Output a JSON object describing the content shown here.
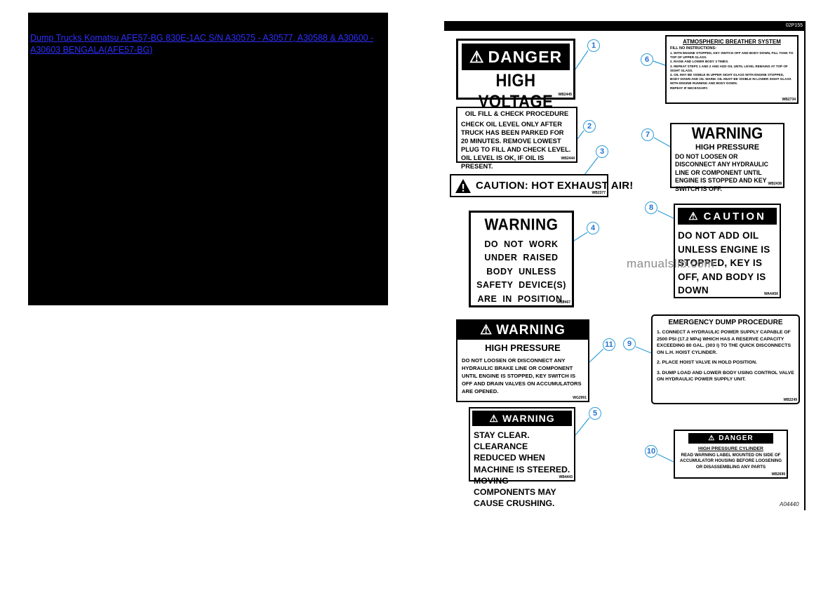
{
  "header_link": {
    "text": "Dump Trucks Komatsu AFE57-BG 830E-1AC S/N A30575 - A30577, A30588 & A30600 - A30603 BENGALA(AFE57-BG)"
  },
  "watermark": "manualslib.com",
  "panel": {
    "strip_code": "02P155",
    "figure_code": "A04440"
  },
  "icons": {
    "warning_triangle": "⚠"
  },
  "callouts": [
    "1",
    "2",
    "3",
    "4",
    "5",
    "6",
    "7",
    "8",
    "9",
    "10",
    "11"
  ],
  "labels": {
    "hv": {
      "header": "DANGER",
      "body": "HIGH VOLTAGE",
      "code": "WB2445"
    },
    "oil": {
      "title": "OIL FILL & CHECK PROCEDURE",
      "body": "CHECK OIL LEVEL ONLY AFTER TRUCK HAS BEEN PARKED FOR 20 MINUTES. REMOVE LOWEST PLUG TO FILL AND CHECK LEVEL. OIL LEVEL IS OK, IF OIL IS PRESENT.",
      "code": "WB2444"
    },
    "exhaust": {
      "text": "CAUTION: HOT EXHAUST AIR!",
      "code": "WB2377"
    },
    "raised": {
      "header": "WARNING",
      "body": "DO NOT WORK UNDER RAISED BODY UNLESS SAFETY DEVICE(S) ARE IN POSITION.",
      "code": "WB2467"
    },
    "hp_left": {
      "header": "WARNING",
      "subheader": "HIGH PRESSURE",
      "body": "DO NOT LOOSEN OR DISCONNECT ANY HYDRAULIC BRAKE LINE OR COMPONENT UNTIL ENGINE IS STOPPED, KEY SWITCH IS OFF AND DRAIN VALVES ON ACCUMULATORS ARE OPENED.",
      "code": "WG2991"
    },
    "stay": {
      "header": "WARNING",
      "body": "STAY CLEAR. CLEARANCE REDUCED WHEN MACHINE IS STEERED. MOVING COMPONENTS MAY CAUSE CRUSHING.",
      "code": "WB4443"
    },
    "breather": {
      "title": "ATMOSPHERIC BREATHER SYSTEM",
      "subtitle": "FILL NO INSTRUCTIONS:",
      "items": [
        "1. WITH ENGINE STOPPED, KEY SWITCH OFF AND BODY DOWN, FILL TANK TO TOP OF UPPER GLASS.",
        "2. RAISE AND LOWER BODY 3 TIMES.",
        "3. REPEAT STEPS 1 AND 2 AND ADD OIL UNTIL LEVEL REMAINS AT TOP OF SIGHT GLASS.",
        "4. OIL MAY BE VISIBLE IN UPPER SIGHT GLASS WITH ENGINE STOPPED, BODY DOWN AND OIL WARM. OIL MUST BE VISIBLE IN LOWER SIGHT GLASS WITH ENGINE RUNNING AND BODY DOWN.",
        "REPEAT IF NECESSARY."
      ],
      "code": "WB2734"
    },
    "hp_right": {
      "header": "WARNING",
      "subheader": "HIGH PRESSURE",
      "body": "DO NOT LOOSEN OR DISCONNECT ANY HYDRAULIC LINE OR COMPONENT UNTIL ENGINE IS STOPPED AND KEY SWITCH IS OFF.",
      "code": "WB2438"
    },
    "caution_oil": {
      "header": "CAUTION",
      "body": "DO NOT ADD OIL UNLESS ENGINE IS STOPPED, KEY IS OFF, AND BODY IS DOWN",
      "code": "WA4A56"
    },
    "emergency": {
      "title": "EMERGENCY DUMP PROCEDURE",
      "items": [
        "1. CONNECT A HYDRAULIC POWER SUPPLY CAPABLE OF 2500 PSI (17.2 MPa) WHICH HAS A RESERVE CAPACITY EXCEEDING 80 GAL. (303 l) TO THE QUICK DISCONNECTS ON L.H. HOIST CYLINDER.",
        "2. PLACE HOIST VALVE IN HOLD POSITION.",
        "3. DUMP LOAD AND LOWER BODY USING CONTROL VALVE ON HYDRAULIC POWER SUPPLY UNIT."
      ],
      "code": "WB2249"
    },
    "cylinder": {
      "header": "DANGER",
      "title": "HIGH PRESSURE CYLINDER",
      "body": "READ WARNING LABEL MOUNTED ON SIDE OF ACCUMULATOR HOUSING BEFORE LOOSENING OR DISASSEMBLING ANY PARTS",
      "code": "WB2699"
    }
  }
}
